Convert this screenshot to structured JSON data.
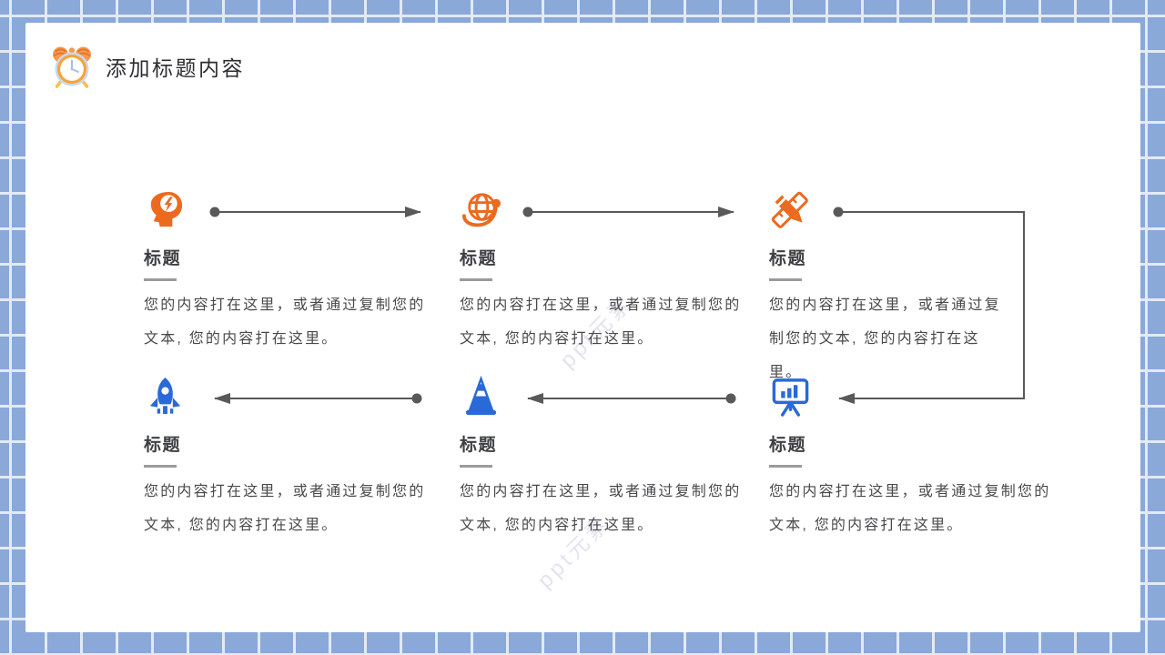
{
  "header": {
    "title": "添加标题内容",
    "icon": "alarm-clock-icon"
  },
  "watermark": {
    "text": "ppt元素"
  },
  "items": [
    {
      "icon": "brain-head-icon",
      "accent": "#EC6A1E",
      "title": "标题",
      "body": "您的内容打在这里，或者通过复制您的文本, 您的内容打在这里。"
    },
    {
      "icon": "globe-orbit-icon",
      "accent": "#EC6A1E",
      "title": "标题",
      "body": "您的内容打在这里，或者通过复制您的文本, 您的内容打在这里。"
    },
    {
      "icon": "pencil-ruler-icon",
      "accent": "#EC6A1E",
      "title": "标题",
      "body": "您的内容打在这里，或者通过复制您的文本, 您的内容打在这里。"
    },
    {
      "icon": "rocket-icon",
      "accent": "#2A69D8",
      "title": "标题",
      "body": "您的内容打在这里，或者通过复制您的文本, 您的内容打在这里。"
    },
    {
      "icon": "traffic-cone-icon",
      "accent": "#2A69D8",
      "title": "标题",
      "body": "您的内容打在这里，或者通过复制您的文本, 您的内容打在这里。"
    },
    {
      "icon": "presentation-chart-icon",
      "accent": "#2A69D8",
      "title": "标题",
      "body": "您的内容打在这里，或者通过复制您的文本, 您的内容打在这里。"
    }
  ],
  "flow": {
    "top_row_direction": "left-to-right",
    "bottom_row_direction": "right-to-left",
    "arrow_color": "#595959"
  },
  "colors": {
    "accent_orange": "#EC6A1E",
    "accent_blue": "#2A69D8",
    "border_tile_blue": "#8AA8D8",
    "tile_grid_line": "#E2EAF5",
    "title_text": "#3E4043",
    "body_text": "#48494B"
  }
}
